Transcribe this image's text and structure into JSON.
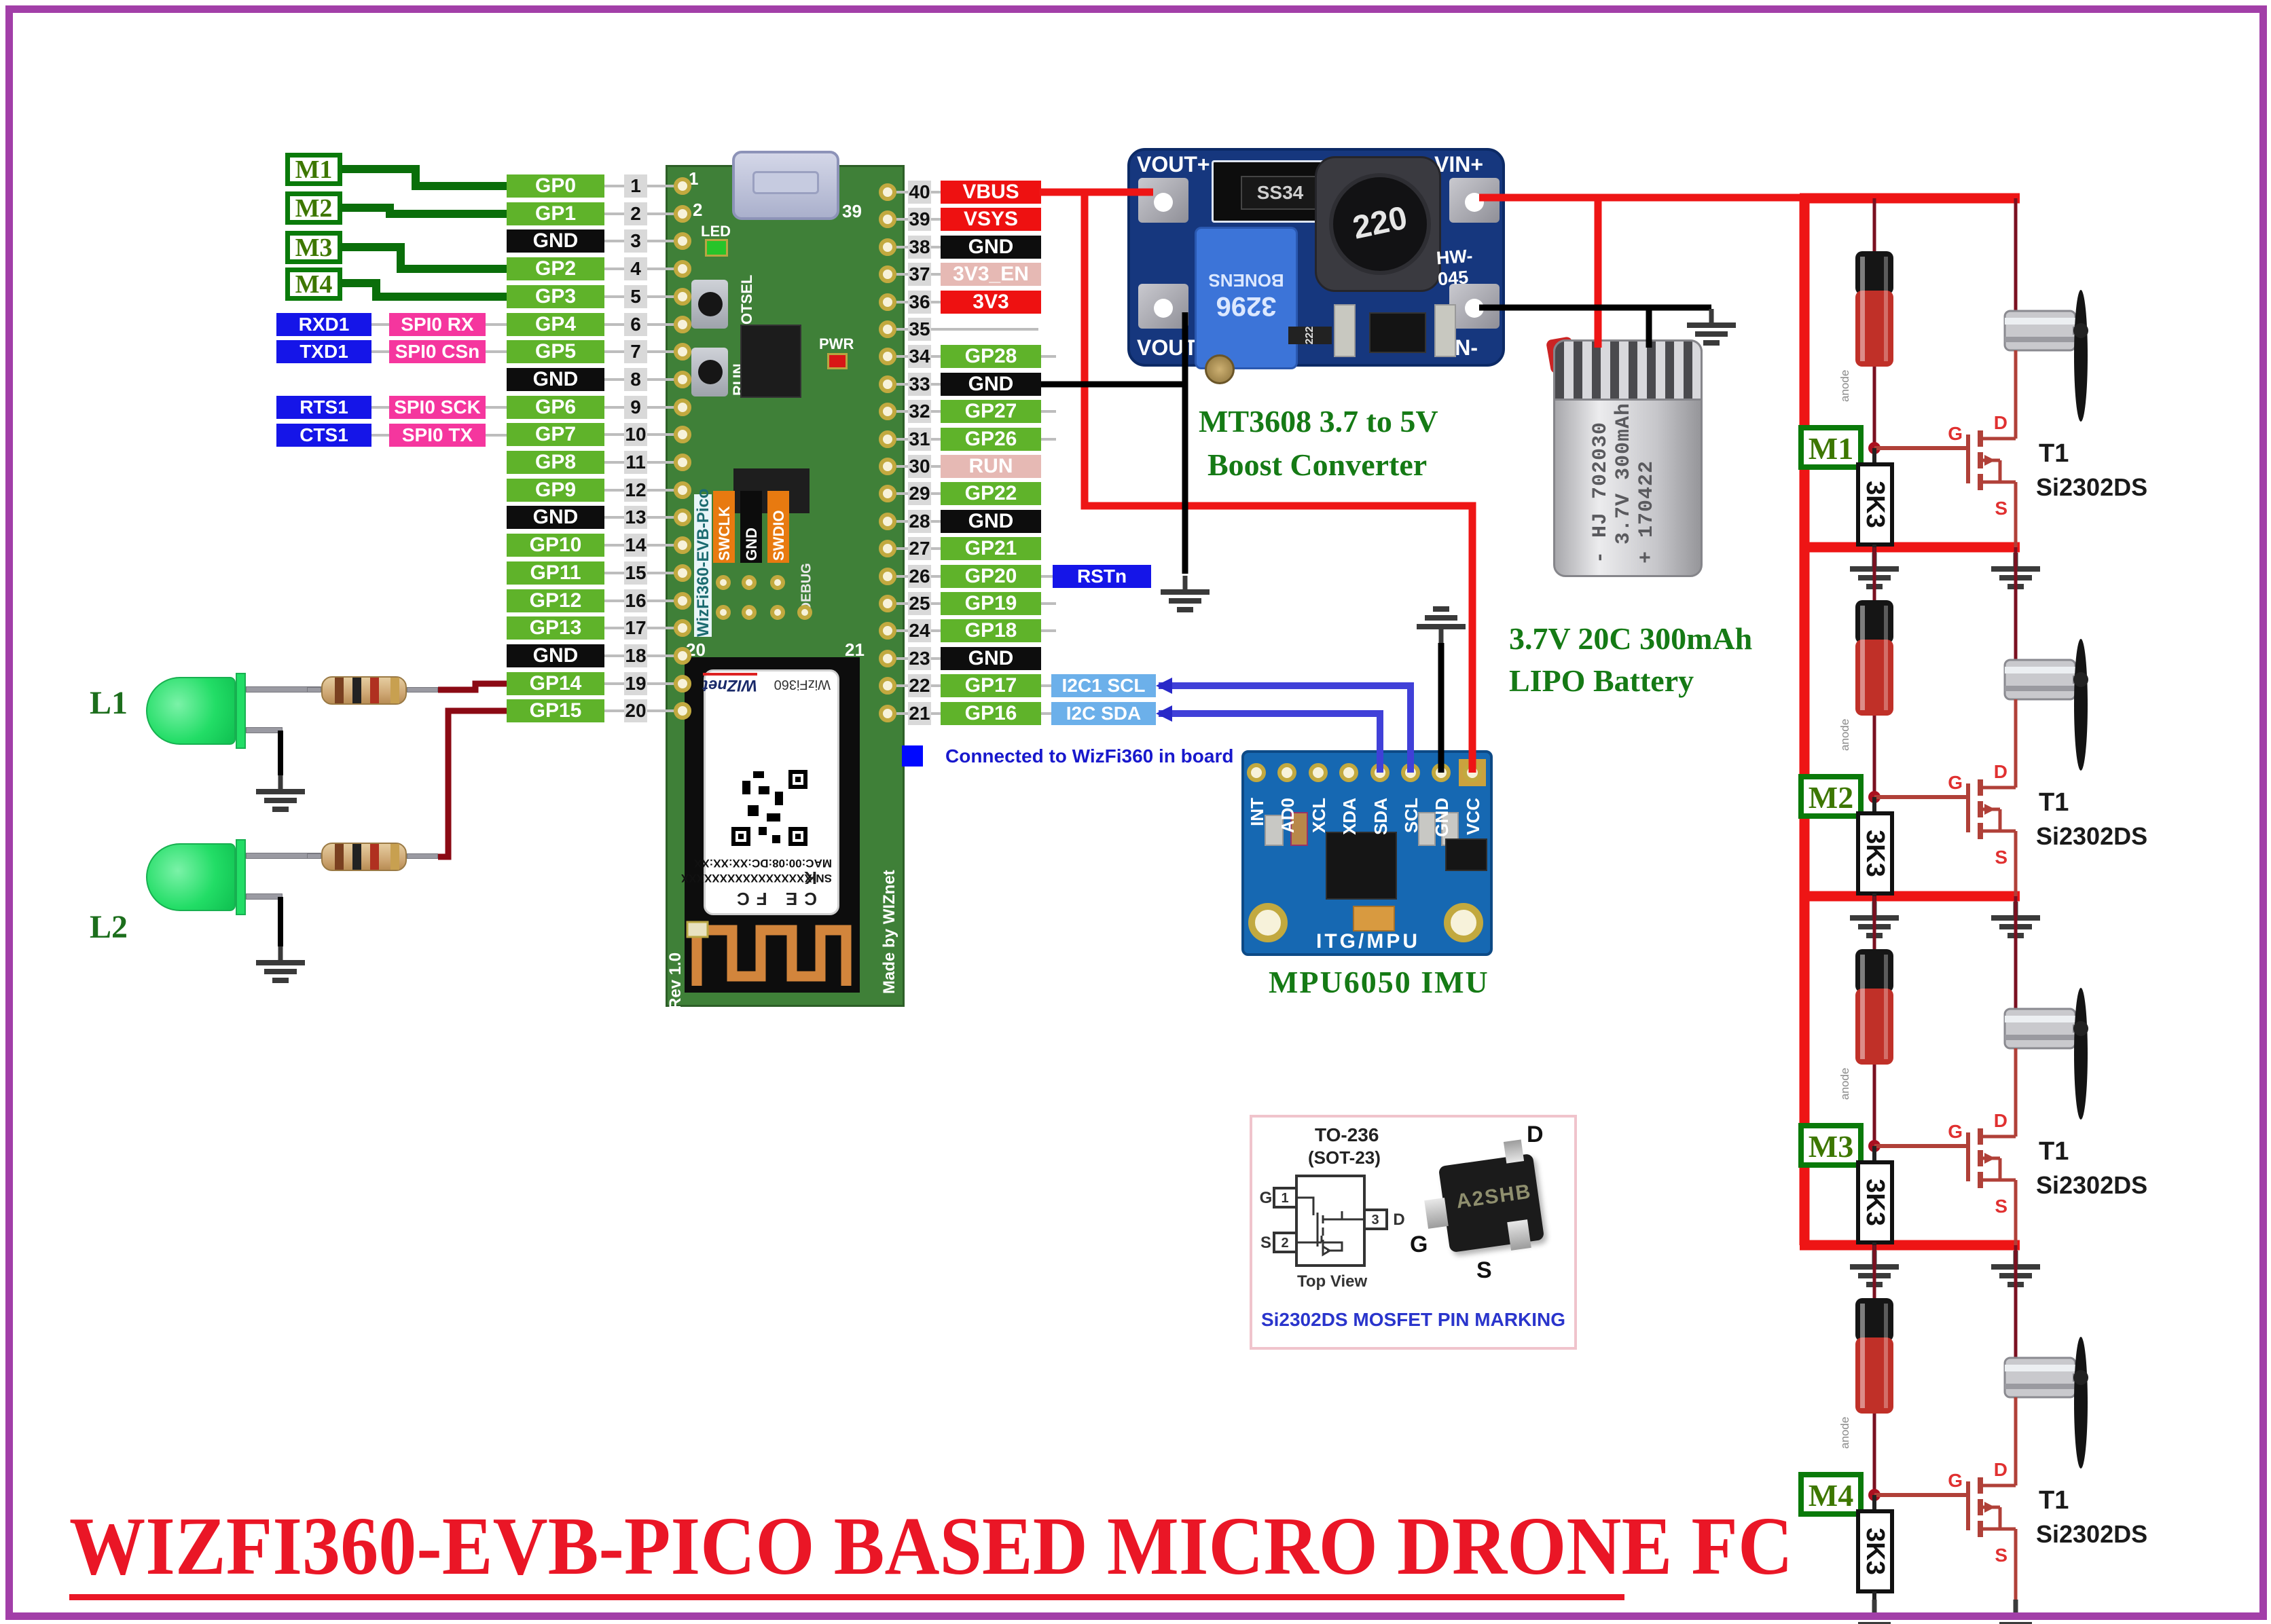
{
  "title": "WIZFI360-EVB-PICO BASED MICRO DRONE FC",
  "colors": {
    "border_purple": "#a23fa8",
    "title_red": "#ea1626",
    "caption_green": "#157a15",
    "pin_green": "#5fb32a",
    "pin_black": "#0d0d0d",
    "pin_red": "#ee1111",
    "pin_pink": "#e6b9b4",
    "box_blue": "#1515e8",
    "box_pink": "#f5369e",
    "box_lightblue": "#6cb0ea",
    "wire_green": "#0a6e0a",
    "wire_red": "#ee1515",
    "wire_black": "#000000",
    "wire_maroon": "#8b0a14",
    "wire_blue": "#4040d8",
    "mosfet_red": "#b04038"
  },
  "pico": {
    "left_pins": [
      {
        "num": "1",
        "label": "GP0",
        "type": "green"
      },
      {
        "num": "2",
        "label": "GP1",
        "type": "green"
      },
      {
        "num": "3",
        "label": "GND",
        "type": "black"
      },
      {
        "num": "4",
        "label": "GP2",
        "type": "green"
      },
      {
        "num": "5",
        "label": "GP3",
        "type": "green"
      },
      {
        "num": "6",
        "label": "GP4",
        "type": "green"
      },
      {
        "num": "7",
        "label": "GP5",
        "type": "green"
      },
      {
        "num": "8",
        "label": "GND",
        "type": "black"
      },
      {
        "num": "9",
        "label": "GP6",
        "type": "green"
      },
      {
        "num": "10",
        "label": "GP7",
        "type": "green"
      },
      {
        "num": "11",
        "label": "GP8",
        "type": "green"
      },
      {
        "num": "12",
        "label": "GP9",
        "type": "green"
      },
      {
        "num": "13",
        "label": "GND",
        "type": "black"
      },
      {
        "num": "14",
        "label": "GP10",
        "type": "green"
      },
      {
        "num": "15",
        "label": "GP11",
        "type": "green"
      },
      {
        "num": "16",
        "label": "GP12",
        "type": "green"
      },
      {
        "num": "17",
        "label": "GP13",
        "type": "green"
      },
      {
        "num": "18",
        "label": "GND",
        "type": "black"
      },
      {
        "num": "19",
        "label": "GP14",
        "type": "green"
      },
      {
        "num": "20",
        "label": "GP15",
        "type": "green"
      }
    ],
    "right_pins": [
      {
        "num": "40",
        "label": "VBUS",
        "type": "red"
      },
      {
        "num": "39",
        "label": "VSYS",
        "type": "red"
      },
      {
        "num": "38",
        "label": "GND",
        "type": "black"
      },
      {
        "num": "37",
        "label": "3V3_EN",
        "type": "pink"
      },
      {
        "num": "36",
        "label": "3V3",
        "type": "red"
      },
      {
        "num": "35",
        "label": "",
        "type": "none"
      },
      {
        "num": "34",
        "label": "GP28",
        "type": "green"
      },
      {
        "num": "33",
        "label": "GND",
        "type": "black"
      },
      {
        "num": "32",
        "label": "GP27",
        "type": "green"
      },
      {
        "num": "31",
        "label": "GP26",
        "type": "green"
      },
      {
        "num": "30",
        "label": "RUN",
        "type": "pink"
      },
      {
        "num": "29",
        "label": "GP22",
        "type": "green"
      },
      {
        "num": "28",
        "label": "GND",
        "type": "black"
      },
      {
        "num": "27",
        "label": "GP21",
        "type": "green"
      },
      {
        "num": "26",
        "label": "GP20",
        "type": "green"
      },
      {
        "num": "25",
        "label": "GP19",
        "type": "green"
      },
      {
        "num": "24",
        "label": "GP18",
        "type": "green"
      },
      {
        "num": "23",
        "label": "GND",
        "type": "black"
      },
      {
        "num": "22",
        "label": "GP17",
        "type": "green"
      },
      {
        "num": "21",
        "label": "GP16",
        "type": "green"
      }
    ],
    "printed": {
      "p1": "1",
      "p2": "2",
      "p39": "39",
      "p20": "20",
      "p21": "21"
    },
    "led": "LED",
    "pwr": "PWR",
    "bootsel": "BOOTSEL",
    "run": "RUN",
    "debug": "DEBUG",
    "swd": {
      "swclk": "SWCLK",
      "gnd": "GND",
      "swdio": "SWDIO"
    },
    "name_vertical": "WizFi360-EVB-Pico",
    "rev": "Rev 1.0",
    "made_by": "Made by WIZnet",
    "module": {
      "marks": "CE FC K",
      "sn": "SN:XXXXXXXXXXXXXXXXX",
      "mac": "MAC:00:08:DC:XX:XX:XX",
      "chip": "WizFi360",
      "brand": "WIZnet"
    }
  },
  "peripherals_left": {
    "motor_signals": [
      "M1",
      "M2",
      "M3",
      "M4"
    ],
    "uart_boxes": [
      {
        "name": "RXD1",
        "signal": "SPI0 RX"
      },
      {
        "name": "TXD1",
        "signal": "SPI0 CSn"
      },
      {
        "name": "RTS1",
        "signal": "SPI0 SCK"
      },
      {
        "name": "CTS1",
        "signal": "SPI0 TX"
      }
    ],
    "led1": "L1",
    "led2": "L2"
  },
  "right_labels": {
    "rstn": "RSTn",
    "i2c_scl": "I2C1 SCL",
    "i2c_sda": "I2C SDA"
  },
  "legend": {
    "text": "Connected to WizFi360 in board"
  },
  "boost": {
    "pads": {
      "vout_plus": "VOUT+",
      "vout_minus": "VOUT-",
      "vin_plus": "VIN+",
      "vin_minus": "VIN-"
    },
    "diode": "SS34",
    "inductor": "220",
    "model": "HW-045",
    "trimpot1": "3296",
    "trimpot2": "BONENS",
    "smd": "222",
    "caption1": "MT3608 3.7 to 5V",
    "caption2": "Boost Converter"
  },
  "battery": {
    "line1": "-  HJ 702030",
    "line2": "3.7V 300mAh",
    "line3": "+  170422",
    "caption1": "3.7V 20C 300mAh",
    "caption2": "LIPO Battery"
  },
  "imu": {
    "pins": [
      "INT",
      "AD0",
      "XCL",
      "XDA",
      "SDA",
      "SCL",
      "GND",
      "VCC"
    ],
    "silk": "ITG/MPU",
    "caption": "MPU6050 IMU"
  },
  "sot": {
    "package": "TO-236",
    "package2": "(SOT-23)",
    "view": "Top View",
    "marking": "A2SHB",
    "g": "G",
    "s": "S",
    "d": "D",
    "n1": "1",
    "n2": "2",
    "n3": "3",
    "caption": "Si2302DS MOSFET PIN MARKING"
  },
  "motor_sections": [
    {
      "label": "M1",
      "resistor": "3K3",
      "transistor": "T1",
      "part": "Si2302DS",
      "gate": "G",
      "drain": "D",
      "source": "S",
      "diode_note": "anode"
    },
    {
      "label": "M2",
      "resistor": "3K3",
      "transistor": "T1",
      "part": "Si2302DS",
      "gate": "G",
      "drain": "D",
      "source": "S",
      "diode_note": "anode"
    },
    {
      "label": "M3",
      "resistor": "3K3",
      "transistor": "T1",
      "part": "Si2302DS",
      "gate": "G",
      "drain": "D",
      "source": "S",
      "diode_note": "anode"
    },
    {
      "label": "M4",
      "resistor": "3K3",
      "transistor": "T1",
      "part": "Si2302DS",
      "gate": "G",
      "drain": "D",
      "source": "S",
      "diode_note": "anode"
    }
  ]
}
